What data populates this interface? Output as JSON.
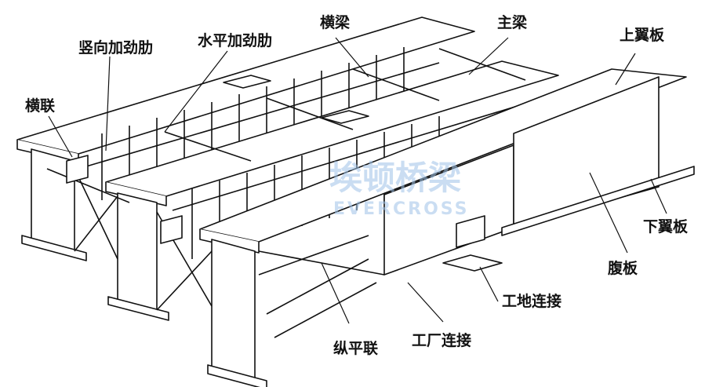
{
  "labels": {
    "vertical_stiffener": "竖向加劲肋",
    "horizontal_stiffener": "水平加劲肋",
    "cross_beam": "横梁",
    "main_girder": "主梁",
    "top_flange": "上翼板",
    "cross_bracing": "横联",
    "bottom_flange": "下翼板",
    "web_plate": "腹板",
    "field_splice": "工地连接",
    "shop_splice": "工厂连接",
    "lateral_bracing": "纵平联"
  },
  "watermark": {
    "cn": "埃顿桥梁",
    "en": "EVERCROSS",
    "color": "#9fc3e8"
  }
}
